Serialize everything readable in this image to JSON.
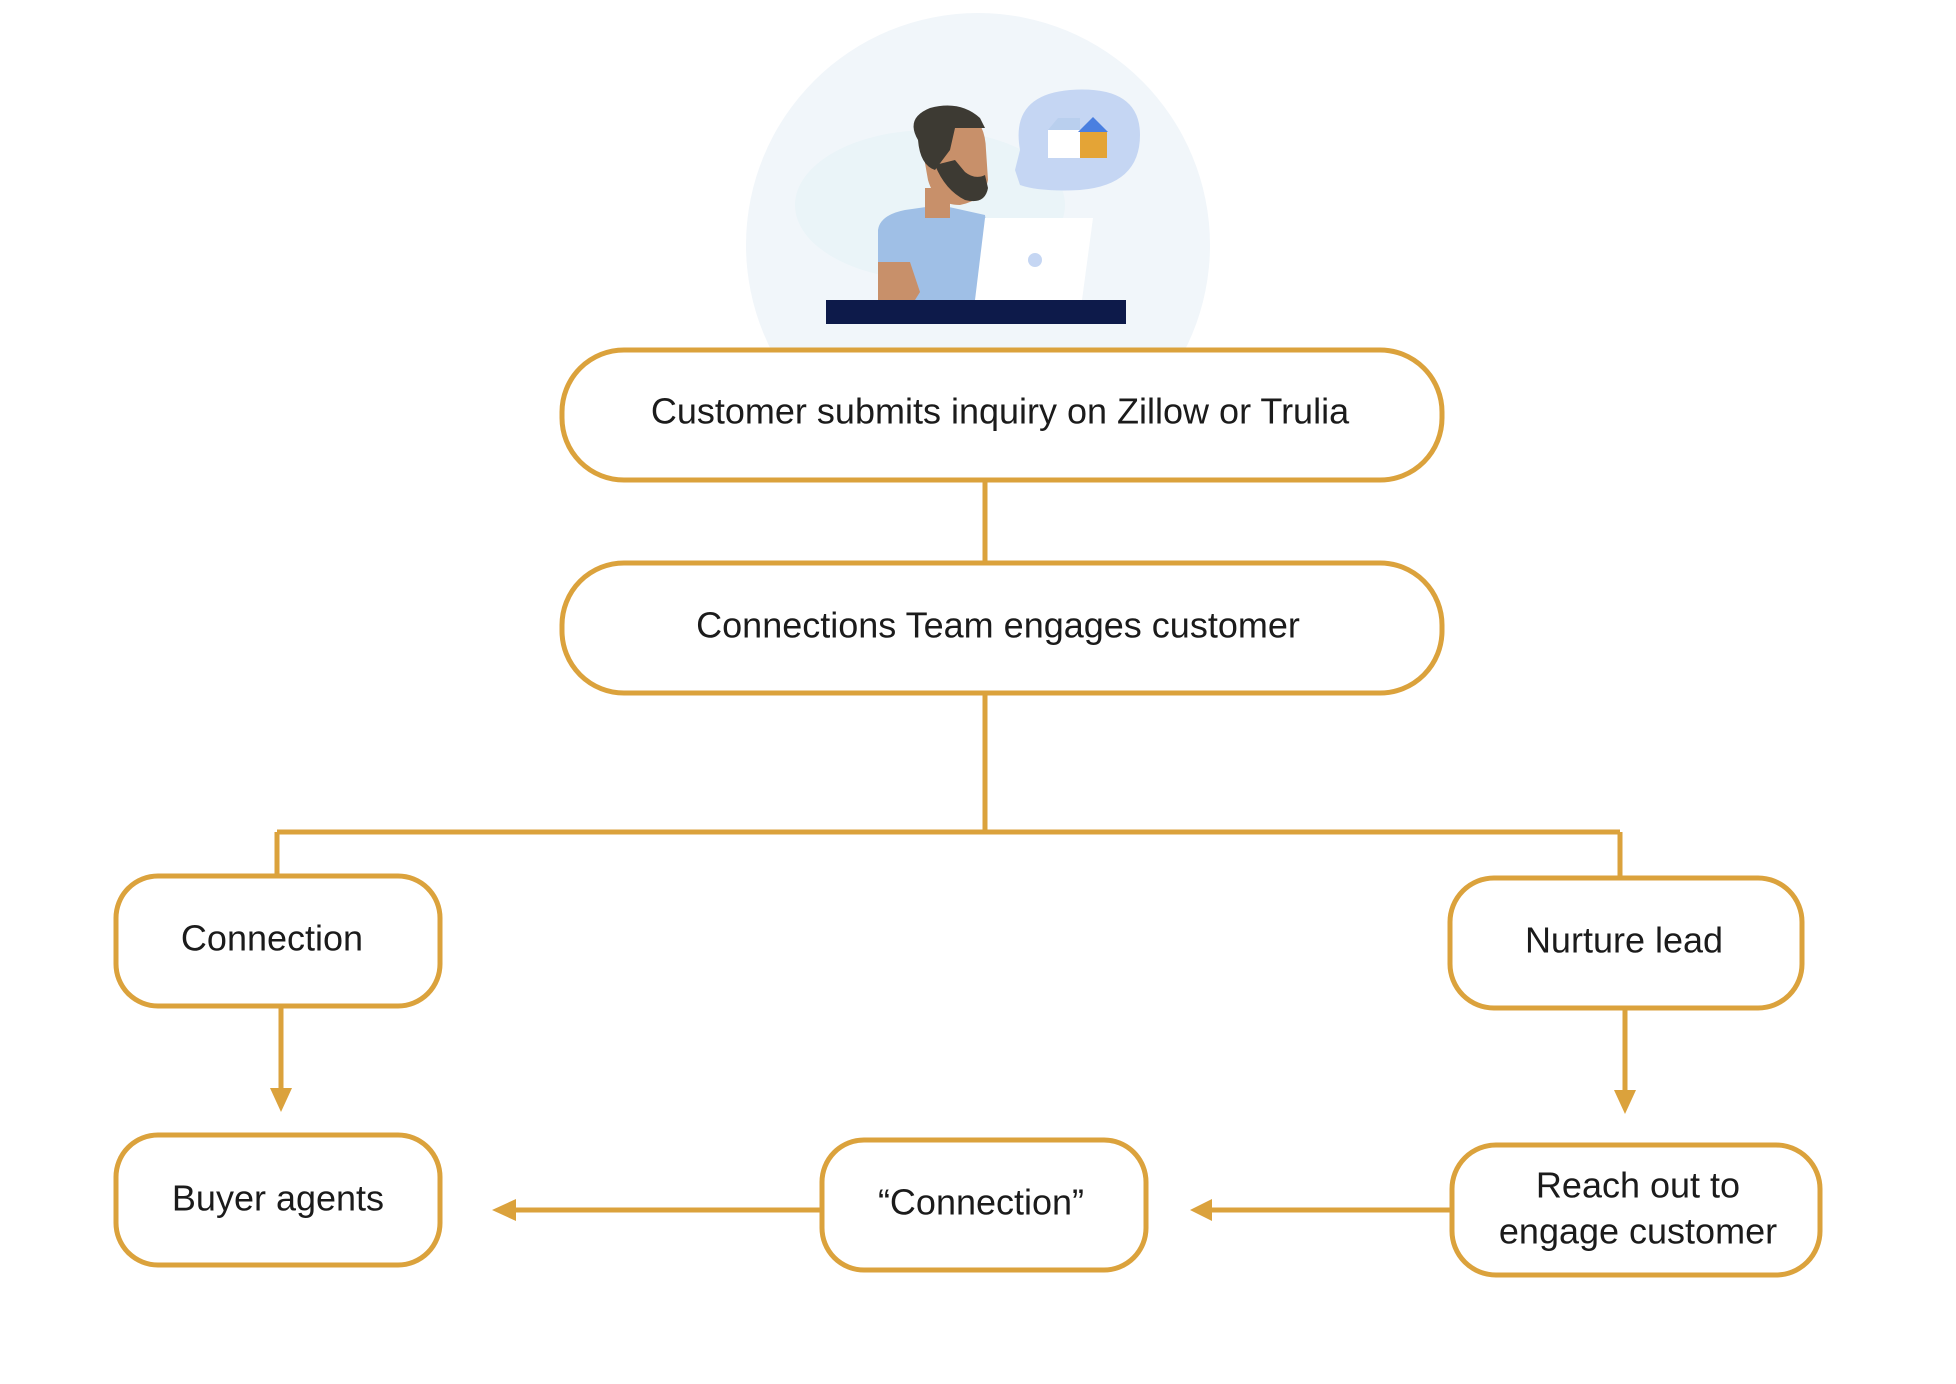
{
  "nodes": {
    "submit_inquiry": "Customer submits inquiry on Zillow or Trulia",
    "connections_team": "Connections Team engages customer",
    "connection": "Connection",
    "nurture_lead": "Nurture lead",
    "buyer_agents": "Buyer agents",
    "connection_quoted": "“Connection”",
    "reach_out_line1": "Reach out to",
    "reach_out_line2": "engage customer"
  },
  "illustration": {
    "subject": "person-at-laptop-icon",
    "thought": "house-icon"
  },
  "colors": {
    "accent": "#dba23c",
    "text": "#1b1b1b",
    "desk": "#0d1a4a",
    "shirt": "#9fbfe6",
    "skin": "#c8906a",
    "hair": "#3d3a33",
    "bubble": "#c5d6f3",
    "house_roof": "#4a7fe0",
    "house_door": "#e4a436"
  }
}
